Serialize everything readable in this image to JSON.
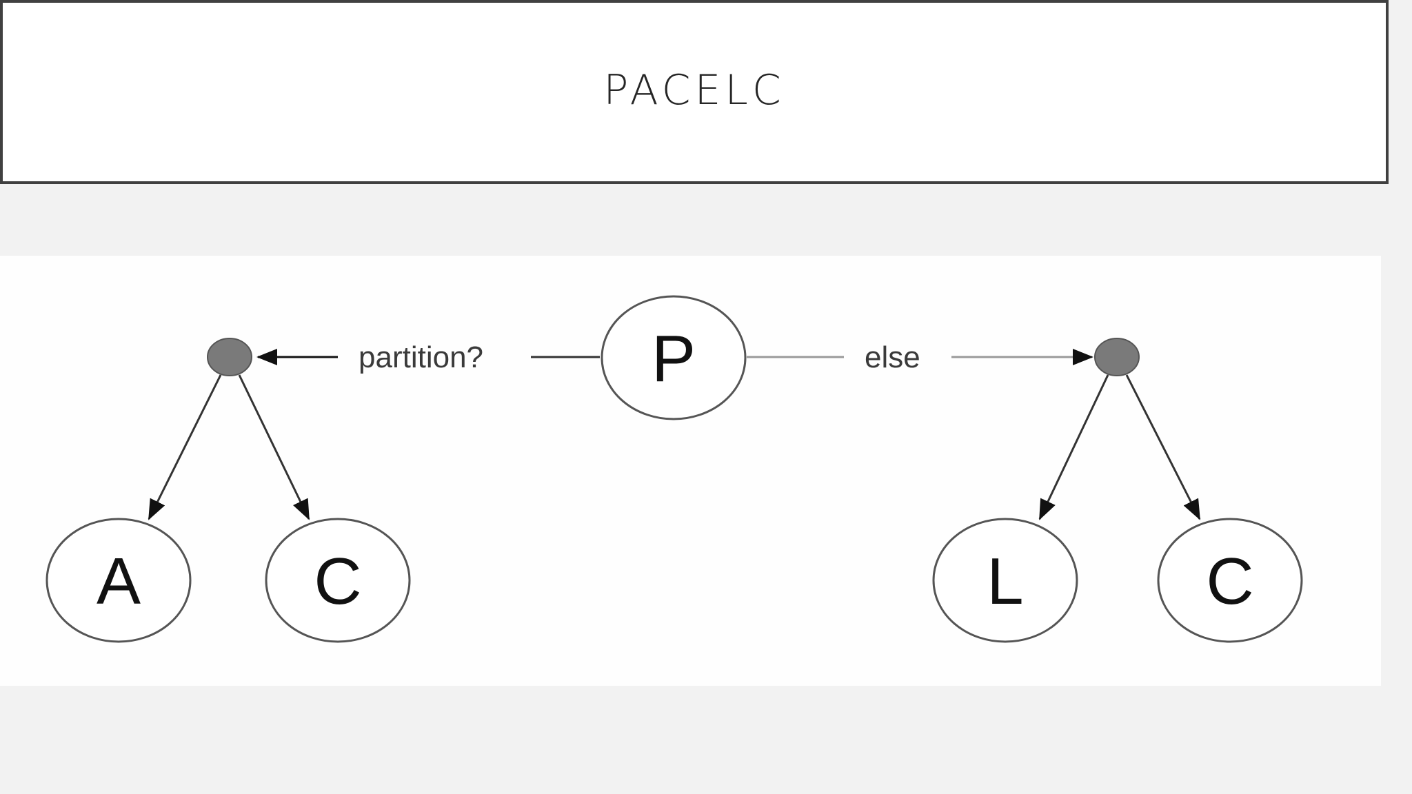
{
  "slide": {
    "title": "PACELC"
  },
  "diagram": {
    "root": {
      "label": "P"
    },
    "branches": {
      "left_label": "partition?",
      "right_label": "else"
    },
    "leaves": {
      "left_a": "A",
      "left_c": "C",
      "right_l": "L",
      "right_c": "C"
    },
    "colors": {
      "junction_fill": "#7a7a7a",
      "stroke": "#333333"
    }
  }
}
